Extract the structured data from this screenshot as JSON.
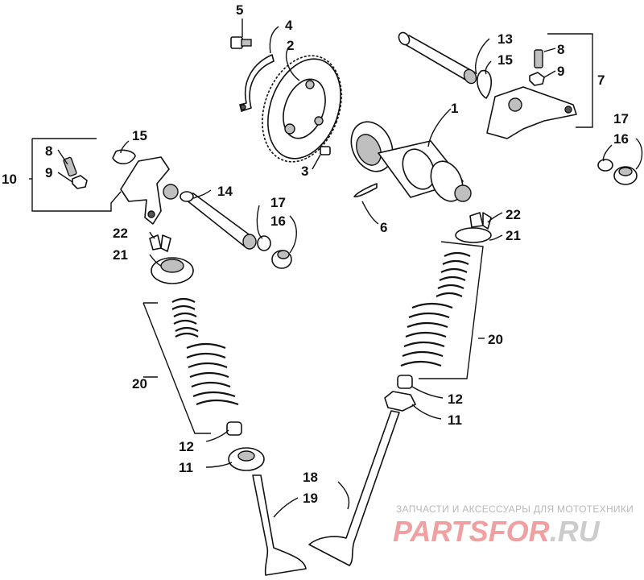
{
  "callouts": {
    "c1": "1",
    "c2": "2",
    "c3": "3",
    "c4": "4",
    "c5": "5",
    "c6": "6",
    "c7": "7",
    "c8a": "8",
    "c8b": "8",
    "c9a": "9",
    "c9b": "9",
    "c10": "10",
    "c11a": "11",
    "c11b": "11",
    "c12a": "12",
    "c12b": "12",
    "c13": "13",
    "c14": "14",
    "c15a": "15",
    "c15b": "15",
    "c16a": "16",
    "c16b": "16",
    "c17a": "17",
    "c17b": "17",
    "c18": "18",
    "c19": "19",
    "c20a": "20",
    "c20b": "20",
    "c21a": "21",
    "c21b": "21",
    "c22a": "22",
    "c22b": "22"
  },
  "watermark": {
    "tagline": "ЗАПЧАСТИ И АКСЕССУАРЫ ДЛЯ МОТОТЕХНИКИ",
    "brand_main": "PARTSFOR",
    "brand_domain": ".RU"
  }
}
